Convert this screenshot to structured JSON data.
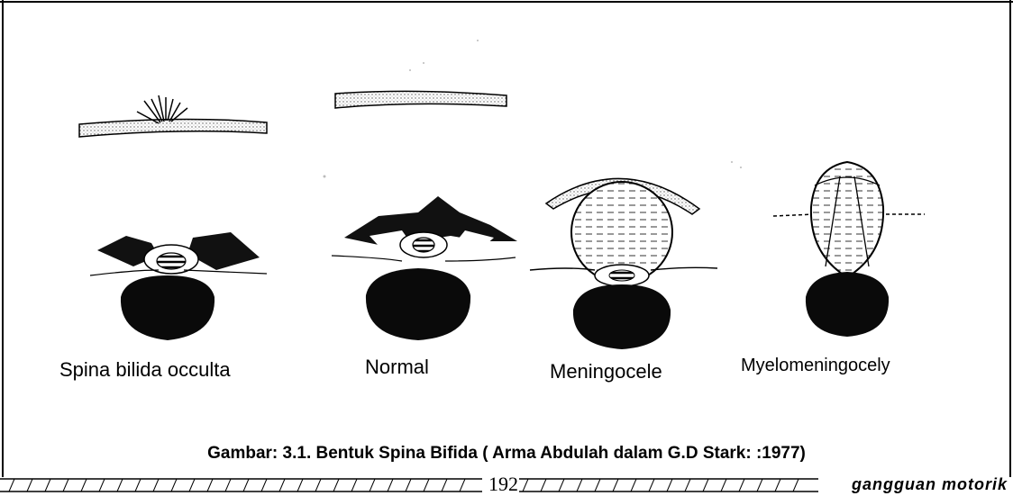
{
  "figure": {
    "labels": {
      "spina_bifida_occulta": "Spina bilida occulta",
      "normal": "Normal",
      "meningocele": "Meningocele",
      "myelomeningocele": "Myelomeningocely"
    },
    "caption": "Gambar: 3.1. Bentuk Spina Bifida ( Arma Abdulah dalam G.D Stark: :1977)"
  },
  "footer": {
    "page_number": "192",
    "running_text": "gangguan motorik"
  }
}
